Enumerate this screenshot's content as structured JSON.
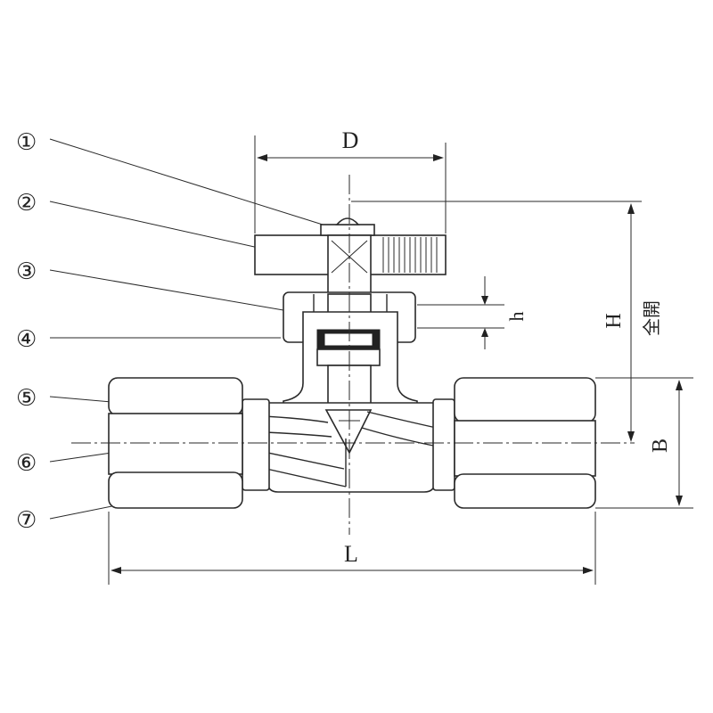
{
  "callouts": [
    "①",
    "②",
    "③",
    "④",
    "⑤",
    "⑥",
    "⑦"
  ],
  "dimensions": {
    "D": "D",
    "H": "H",
    "h": "h",
    "B": "B",
    "L": "L",
    "full_open": "全開"
  }
}
